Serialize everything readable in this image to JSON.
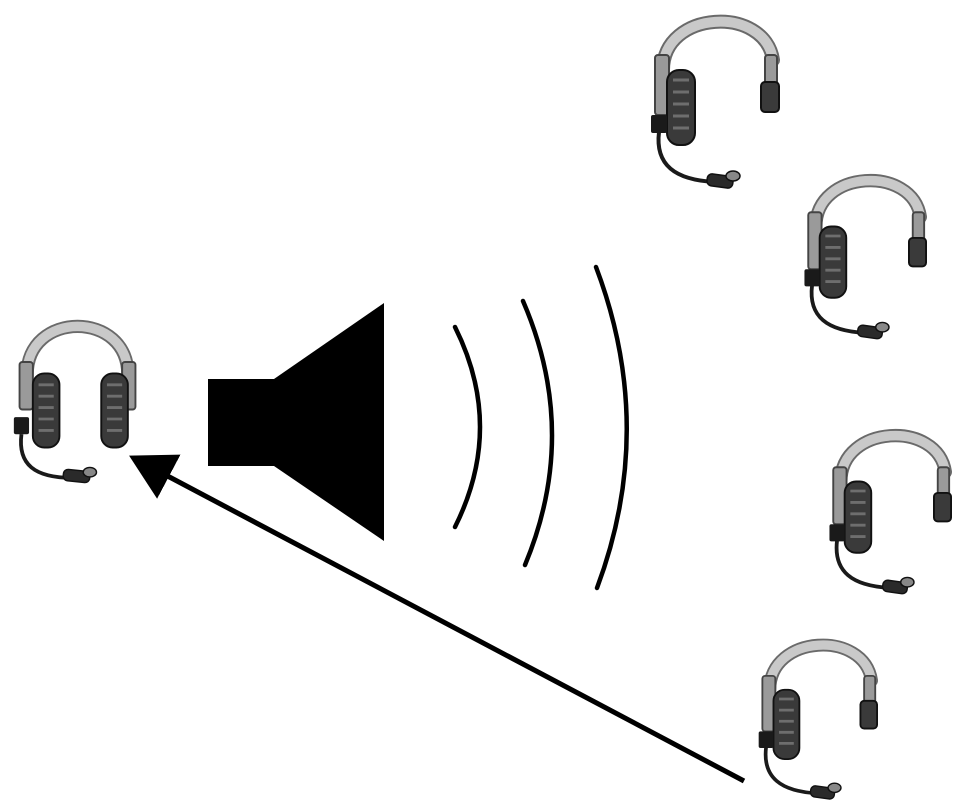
{
  "diagram": {
    "description_type": "icon-diagram",
    "colors": {
      "ink": "#000000",
      "band": "#bdbdbd",
      "band_stroke": "#6a6a6a",
      "metal": "#9a9a9a",
      "cushion": "#3a3a3a",
      "cushion_hi": "#6e6e6e",
      "boom": "#1a1a1a",
      "background": "#ffffff"
    },
    "icons": {
      "speaker": "speaker-icon",
      "sound_waves": "sound-wave-icon",
      "dual_headset": "dual-ear-headset-icon",
      "single_headset": "single-ear-headset-icon",
      "arrow": "arrow-icon"
    },
    "headsets": {
      "listener": {
        "kind": "dual-ear"
      },
      "group": [
        {
          "kind": "single-ear"
        },
        {
          "kind": "single-ear"
        },
        {
          "kind": "single-ear"
        },
        {
          "kind": "single-ear"
        }
      ]
    },
    "sound_wave_count": 3
  }
}
